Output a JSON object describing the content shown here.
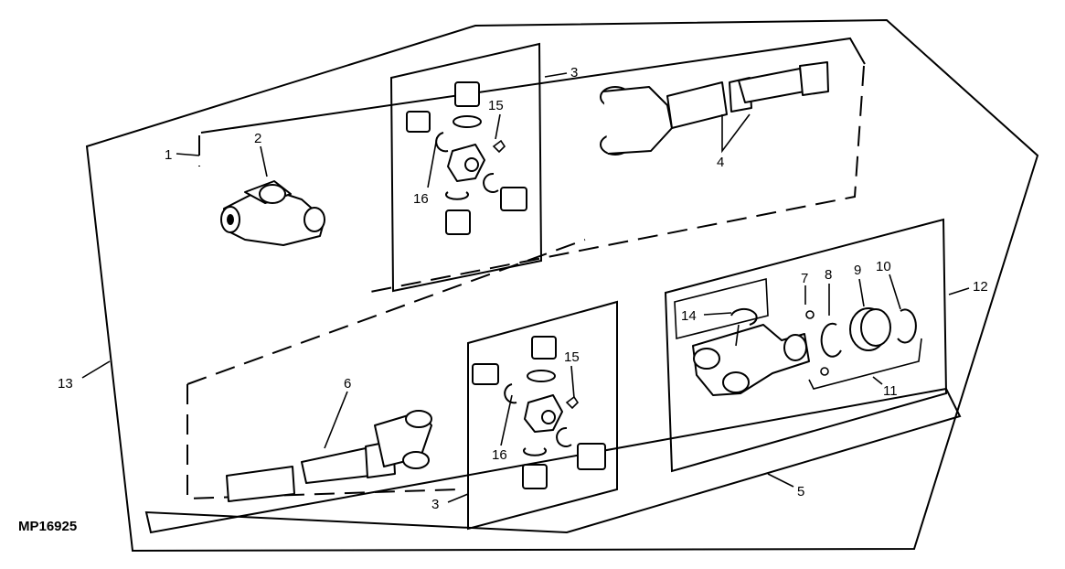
{
  "figure_id": "MP16925",
  "callouts": {
    "c1": "1",
    "c2": "2",
    "c3a": "3",
    "c3b": "3",
    "c4": "4",
    "c5": "5",
    "c6": "6",
    "c7": "7",
    "c8": "8",
    "c9": "9",
    "c10": "10",
    "c11": "11",
    "c12": "12",
    "c13": "13",
    "c14": "14",
    "c15a": "15",
    "c15b": "15",
    "c16a": "16",
    "c16b": "16"
  }
}
